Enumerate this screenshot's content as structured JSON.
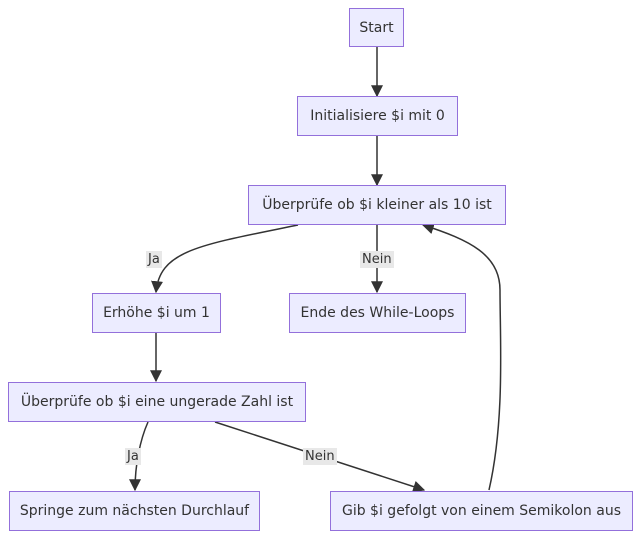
{
  "flowchart": {
    "nodes": {
      "start": "Start",
      "init": "Initialisiere $i mit 0",
      "check_lt": "Überprüfe ob $i kleiner als 10 ist",
      "increment": "Erhöhe $i um 1",
      "end": "Ende des While-Loops",
      "check_odd": "Überprüfe ob $i eine ungerade Zahl ist",
      "skip": "Springe zum nächsten Durchlauf",
      "print": "Gib $i gefolgt von einem Semikolon aus"
    },
    "edge_labels": {
      "check_lt_yes": "Ja",
      "check_lt_no": "Nein",
      "check_odd_yes": "Ja",
      "check_odd_no": "Nein"
    },
    "colors": {
      "node_fill": "#ececff",
      "node_border": "#9370db",
      "edge": "#333333",
      "label_bg": "#e8e8e8"
    }
  }
}
